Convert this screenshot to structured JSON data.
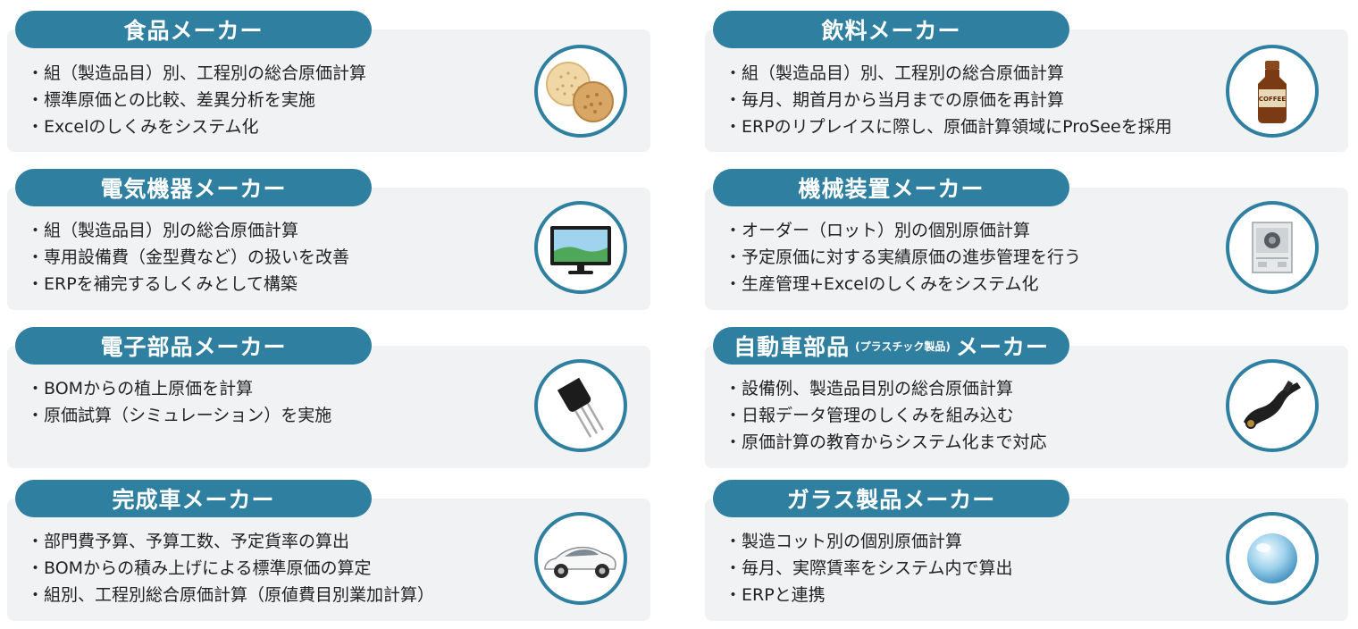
{
  "cards": [
    {
      "title": "食品メーカー",
      "icon": "cookie-icon",
      "bullets": [
        "組（製造品目）別、工程別の総合原価計算",
        "標準原価との比較、差異分析を実施",
        "Excelのしくみをシステム化"
      ]
    },
    {
      "title": "飲料メーカー",
      "icon": "coffee-bottle-icon",
      "bullets": [
        "組（製造品目）別、工程別の総合原価計算",
        "毎月、期首月から当月までの原価を再計算",
        "ERPのリプレイスに際し、原価計算領域にProSeeを採用"
      ]
    },
    {
      "title": "電気機器メーカー",
      "icon": "television-icon",
      "bullets": [
        "組（製造品目）別の総合原価計算",
        "専用設備費（金型費など）の扱いを改善",
        "ERPを補完するしくみとして構築"
      ]
    },
    {
      "title": "機械装置メーカー",
      "icon": "machine-unit-icon",
      "bullets": [
        "オーダー（ロット）別の個別原価計算",
        "予定原価に対する実績原価の進歩管理を行う",
        "生産管理+Excelのしくみをシステム化"
      ]
    },
    {
      "title": "電子部品メーカー",
      "icon": "transistor-icon",
      "bullets": [
        "BOMからの植上原価を計算",
        "原価試算（シミュレーション）を実施"
      ]
    },
    {
      "title": "自動車部品",
      "title_sub": "(プラスチック製品)",
      "title_suffix": "メーカー",
      "icon": "plastic-part-icon",
      "bullets": [
        "設備例、製造品目別の総合原価計算",
        "日報データ管理のしくみを組み込む",
        "原価計算の教育からシステム化まで対応"
      ]
    },
    {
      "title": "完成車メーカー",
      "icon": "car-icon",
      "bullets": [
        "部門費予算、予算工数、予定貨率の算出",
        "BOMからの積み上げによる標準原価の算定",
        "組別、工程別総合原価計算（原値費目別業加計算）"
      ]
    },
    {
      "title": "ガラス製品メーカー",
      "icon": "glass-sphere-icon",
      "bullets": [
        "製造コット別の個別原価計算",
        "毎月、実際賃率をシステム内で算出",
        "ERPと連携"
      ]
    }
  ],
  "colors": {
    "accent": "#2f7fa0",
    "card_background": "#f1f2f4",
    "text": "#222222"
  }
}
